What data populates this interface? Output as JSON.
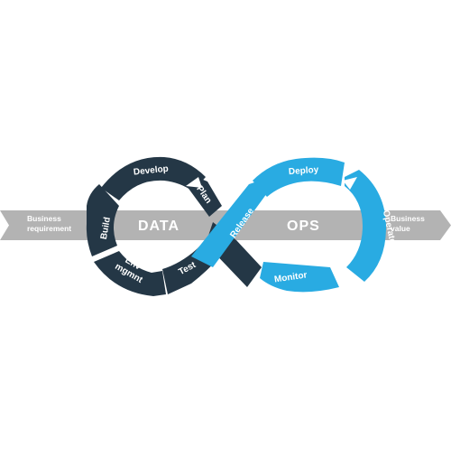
{
  "colors": {
    "data_loop": "#243746",
    "ops_loop": "#29abe2",
    "band": "#b3b3b3",
    "text_light": "#ffffff"
  },
  "left_arrow": {
    "line1": "Business",
    "line2": "requirement"
  },
  "right_arrow": {
    "line1": "Business",
    "line2": "value"
  },
  "center": {
    "data_label": "DATA",
    "ops_label": "OPS"
  },
  "data_stages": {
    "develop": "Develop",
    "plan": "Plan",
    "build": "Build",
    "env": "Env",
    "mgmnt": "mgmnt",
    "test": "Test"
  },
  "ops_stages": {
    "release": "Release",
    "deploy": "Deploy",
    "operate": "Operate",
    "monitor": "Monitor"
  }
}
